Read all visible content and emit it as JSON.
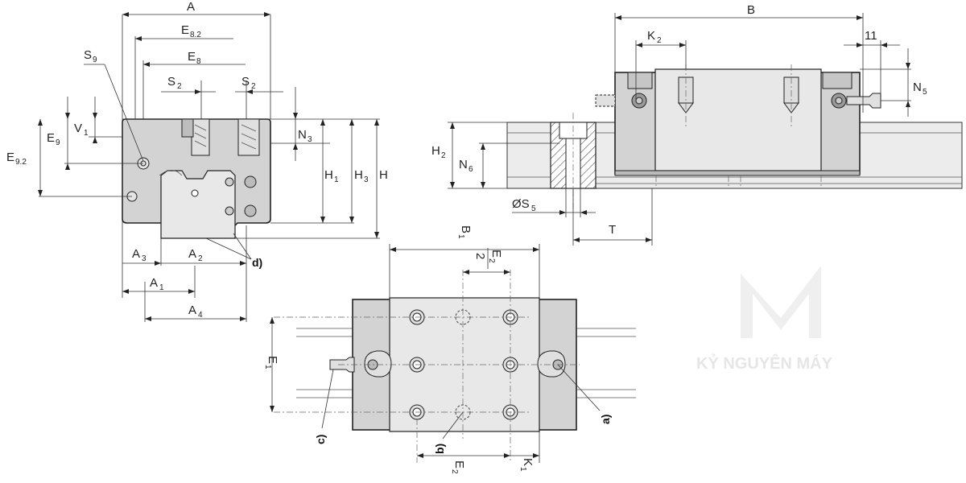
{
  "labels": {
    "A": "A",
    "E82": "E",
    "E82_sub": "8.2",
    "E8": "E",
    "E8_sub": "8",
    "S9": "S",
    "S9_sub": "9",
    "S2a": "S",
    "S2a_sub": "2",
    "S2b": "S",
    "S2b_sub": "2",
    "E9": "E",
    "E9_sub": "9",
    "V1": "V",
    "V1_sub": "1",
    "E92": "E",
    "E92_sub": "9.2",
    "N3": "N",
    "N3_sub": "3",
    "H1": "H",
    "H1_sub": "1",
    "H3": "H",
    "H3_sub": "3",
    "H": "H",
    "A3": "A",
    "A3_sub": "3",
    "A2": "A",
    "A2_sub": "2",
    "d": "d)",
    "A1": "A",
    "A1_sub": "1",
    "A4": "A",
    "A4_sub": "4",
    "B": "B",
    "K2": "K",
    "K2_sub": "2",
    "n11": "11",
    "N5": "N",
    "N5_sub": "5",
    "H2": "H",
    "H2_sub": "2",
    "N6": "N",
    "N6_sub": "6",
    "S5": "ØS",
    "S5_sub": "5",
    "T": "T",
    "B1": "B",
    "B1_sub": "1",
    "E2top": "E",
    "E2top_sub": "2",
    "two": "2",
    "E1": "E",
    "E1_sub": "1",
    "E2bot": "E",
    "E2bot_sub": "2",
    "K1": "K",
    "K1_sub": "1",
    "a": "a)",
    "b": "b)",
    "c": "c)"
  },
  "watermark": "KỶ NGUYÊN MÁY",
  "colors": {
    "body": "#d3d3d3",
    "light": "#e8e8e8",
    "line": "#222222",
    "watermark": "#e6e6e6"
  }
}
